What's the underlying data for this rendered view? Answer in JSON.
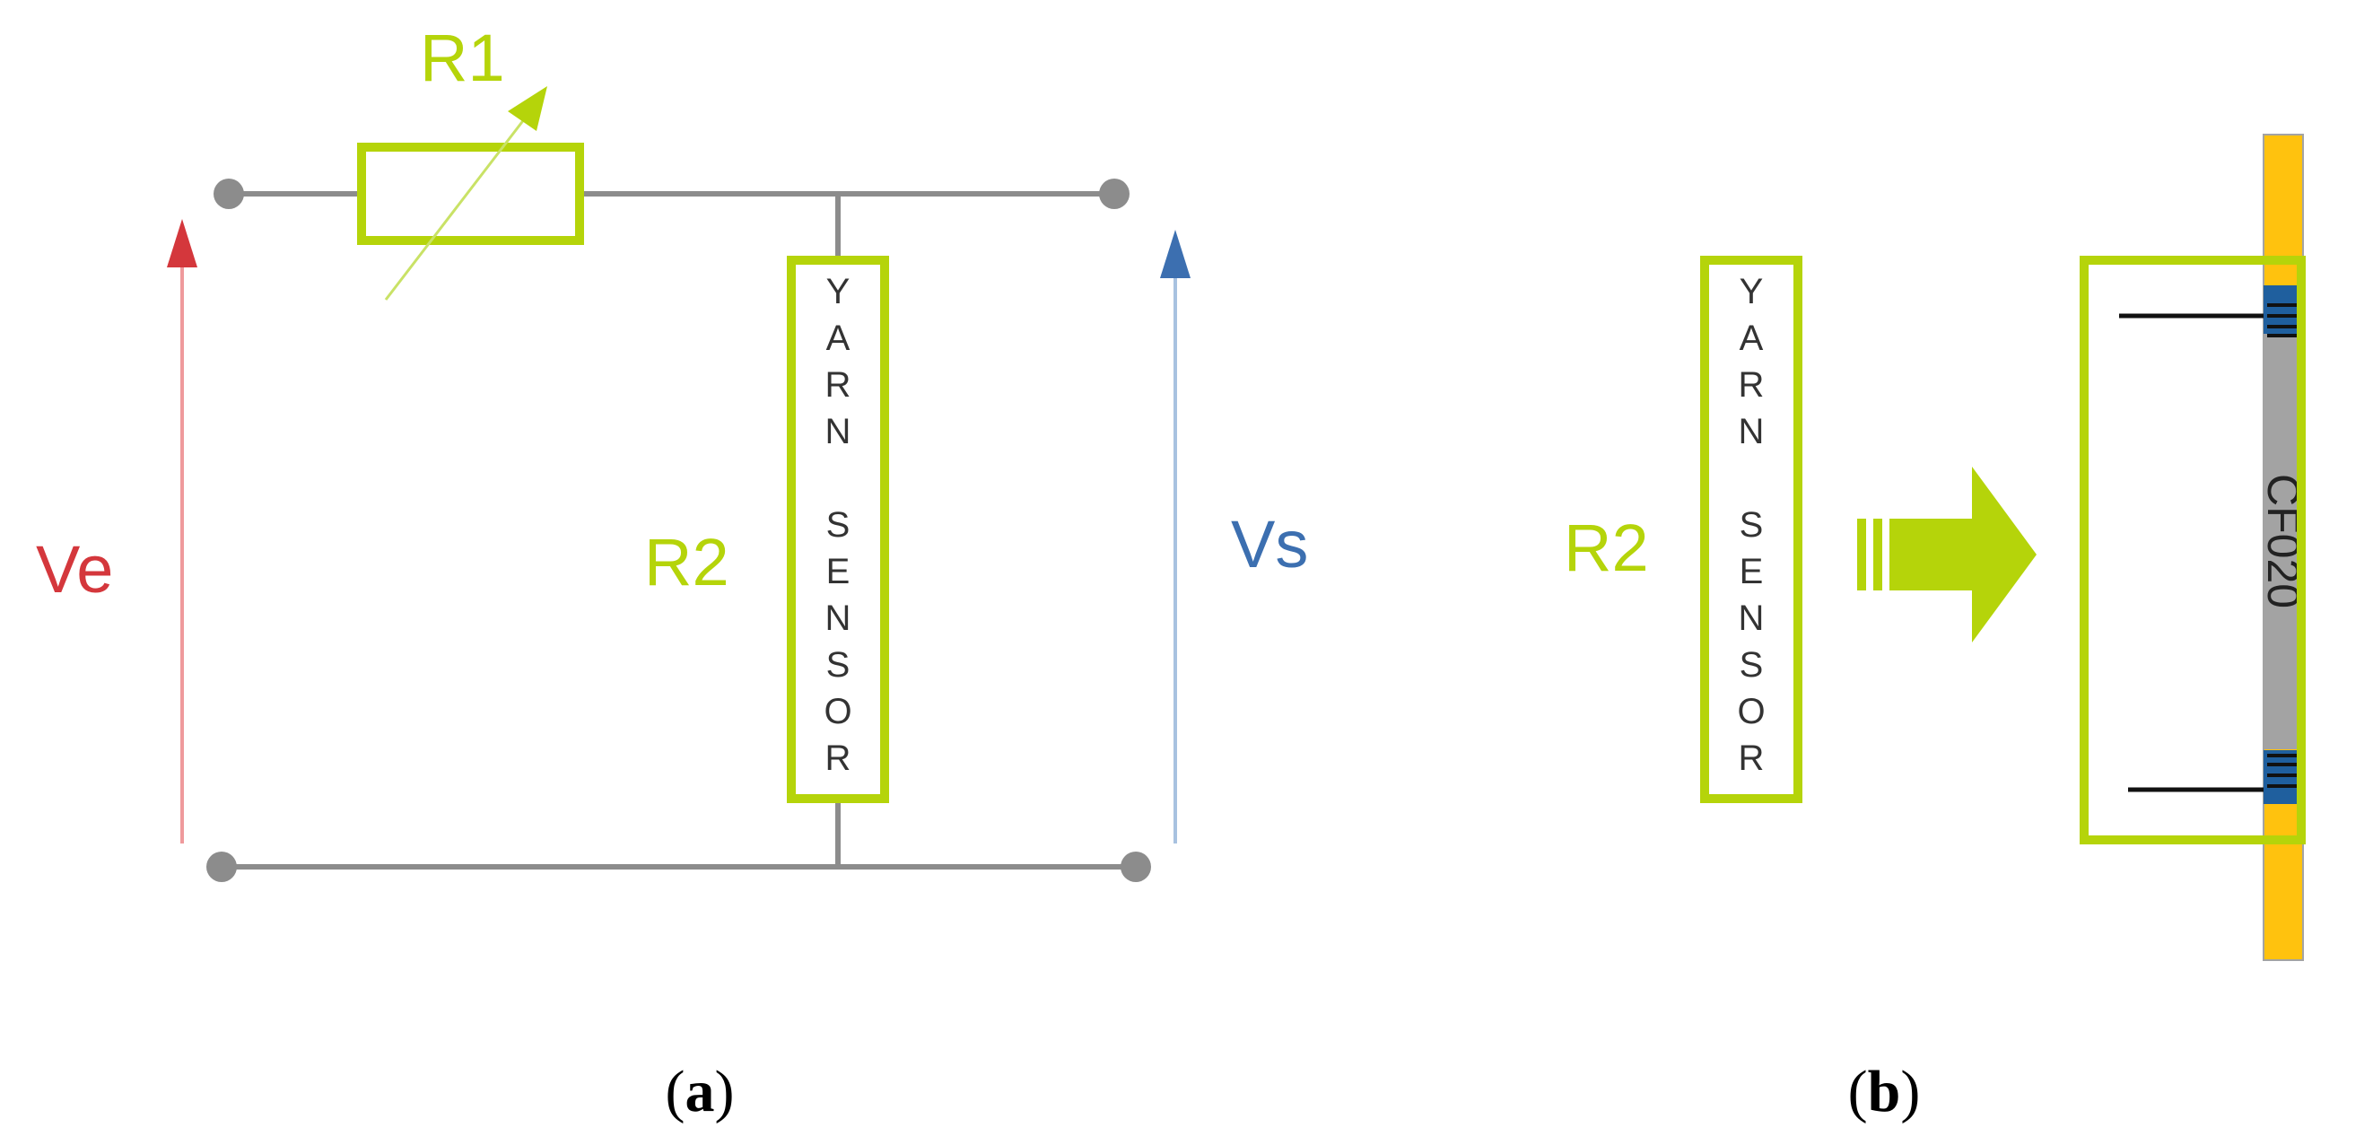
{
  "colors": {
    "green": "#b5d40a",
    "red": "#d4373c",
    "blue": "#3c6fb0",
    "wire": "#8c8c8c",
    "yarn_yellow": "#ffc20e",
    "yarn_gray": "#a3a3a3",
    "band_blue": "#1f5f9e"
  },
  "panel_a": {
    "r1_label": "R1",
    "r2_label": "R2",
    "ve_label": "Ve",
    "vs_label": "Vs",
    "sensor_letters": [
      "Y",
      "A",
      "R",
      "N",
      "",
      "S",
      "E",
      "N",
      "S",
      "O",
      "R"
    ],
    "caption_open": "(",
    "caption_letter": "a",
    "caption_close": ")"
  },
  "panel_b": {
    "r2_label": "R2",
    "sensor_letters": [
      "Y",
      "A",
      "R",
      "N",
      "",
      "S",
      "E",
      "N",
      "S",
      "O",
      "R"
    ],
    "yarn_label": "CF020",
    "caption_open": "(",
    "caption_letter": "b",
    "caption_close": ")"
  }
}
